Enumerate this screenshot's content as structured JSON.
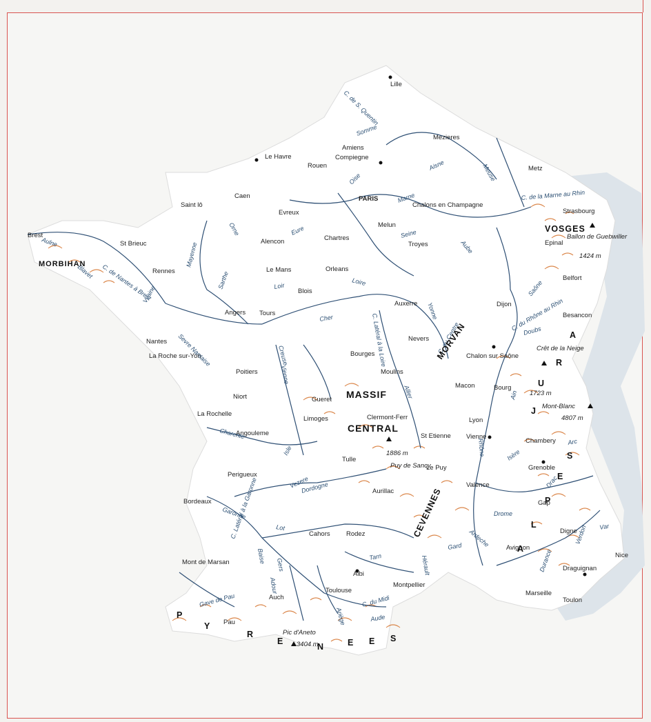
{
  "colors": {
    "land": "#ffffff",
    "water": "#dde4ea",
    "river": "#2e4f74",
    "relief": "#d2691e",
    "frame": "#d9534f"
  },
  "regions": [
    "MORBIHAN",
    "VOSGES",
    "MASSIF",
    "CENTRAL",
    "MORVAN",
    "CEVENNES",
    "J",
    "U",
    "R",
    "A",
    "A",
    "L",
    "P",
    "E",
    "S",
    "P",
    "Y",
    "R",
    "E",
    "N",
    "E",
    "E",
    "S"
  ],
  "cities": [
    "Brest",
    "Lille",
    "Amiens",
    "Mezieres",
    "Le Havre",
    "Rouen",
    "Compiegne",
    "PARIS",
    "Metz",
    "Caen",
    "Saint lô",
    "Evreux",
    "Chalons en Champagne",
    "Strasbourg",
    "St Brieuc",
    "Alencon",
    "Chartres",
    "Melun",
    "Troyes",
    "Epinal",
    "Rennes",
    "Le Mans",
    "Orleans",
    "Belfort",
    "Blois",
    "Auxerre",
    "Dijon",
    "Angers",
    "Tours",
    "Besancon",
    "Nantes",
    "Nevers",
    "Chalon sur Saône",
    "La Roche sur-Yon",
    "Bourges",
    "Moulins",
    "Poitiers",
    "Macon",
    "Bourg",
    "Niort",
    "Gueret",
    "La Rochelle",
    "Limoges",
    "Clermont-Ferr",
    "Angouleme",
    "St Etienne",
    "Vienne",
    "Lyon",
    "Chambery",
    "Tulle",
    "Perigueux",
    "Le Puy",
    "Grenoble",
    "Valence",
    "Aurillac",
    "Bordeaux",
    "Gap",
    "Cahors",
    "Rodez",
    "Digne",
    "Avignon",
    "Mont de Marsan",
    "Albi",
    "Draguignan",
    "Nice",
    "Auch",
    "Toulouse",
    "Montpellier",
    "Marseille",
    "Toulon",
    "Pau"
  ],
  "rivers": [
    "C. de S. Quentin",
    "Somme",
    "Aisne",
    "Meuse",
    "Oise",
    "C. de la Marne au Rhin",
    "Marne",
    "Seine",
    "Aube",
    "Vilaine",
    "Orne",
    "Eure",
    "Mayenne",
    "Sarthe",
    "Loir",
    "Loire",
    "Yonne",
    "C. de Nantes à Brest",
    "Saône",
    "C. du Rhône au Rhin",
    "Doubs",
    "Cher",
    "C. Latéral à la Loire",
    "C. du Centre",
    "Sevre Nantaise",
    "Creuse",
    "Vienne",
    "Allier",
    "Ain",
    "Charente",
    "Isle",
    "Vezere",
    "Dordogne",
    "Rhône",
    "Isère",
    "Arc",
    "Drac",
    "Drome",
    "Garonne",
    "C. Latéral à la Garonne",
    "Lot",
    "Tarn",
    "Ardeche",
    "Gard",
    "Durance",
    "Verdon",
    "Var",
    "Gave de Pau",
    "Adour",
    "Baise",
    "Gers",
    "Ariège",
    "Aude",
    "C. du Midi",
    "Hérault",
    "Blavet",
    "Aulne"
  ],
  "peaks": [
    "Ballon de Guebwiller",
    "1424 m",
    "Crêt de la Neige",
    "1723 m",
    "Mont-Blanc",
    "4807 m",
    "1886 m",
    "Puy de Sancy",
    "Pic d'Aneto",
    "3404 m"
  ]
}
